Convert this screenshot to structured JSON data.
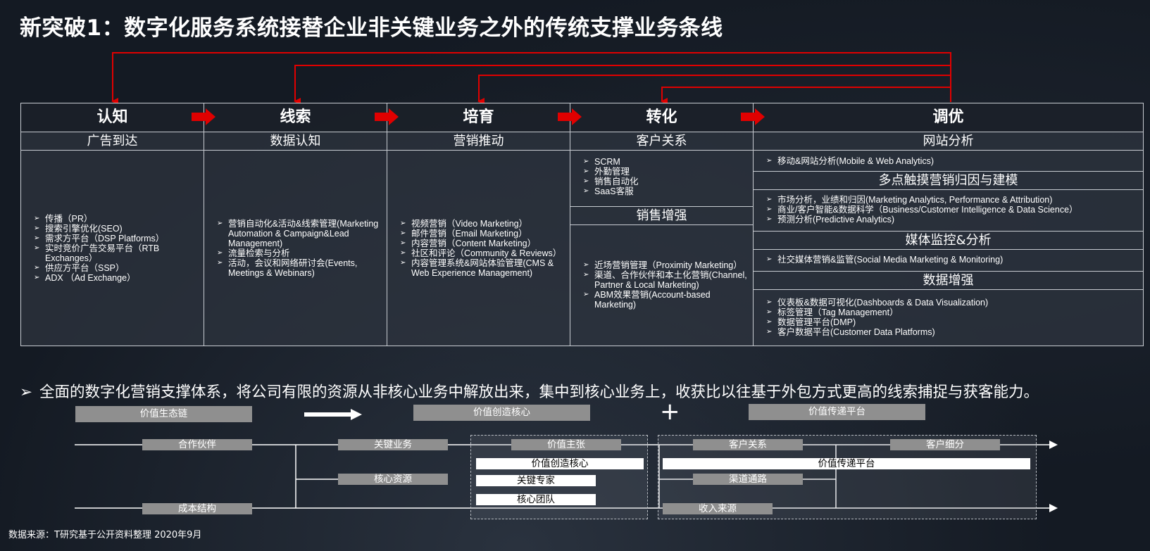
{
  "title": "新突破1：数字化服务系统接替企业非关键业务之外的传统支撑业务条线",
  "colors": {
    "accent_red": "#e00000",
    "grey_box": "#8f8f8f",
    "line": "#ffffff"
  },
  "stages": [
    {
      "name": "认知",
      "sub": "广告到达",
      "items": [
        "传播（PR）",
        "搜索引擎优化(SEO)",
        "需求方平台（DSP Platforms）",
        "实时竞价广告交易平台（RTB Exchanges）",
        "供应方平台（SSP）",
        "ADX （Ad Exchange）"
      ]
    },
    {
      "name": "线索",
      "sub": "数据认知",
      "items": [
        "营销自动化&活动&线索管理(Marketing Automation & Campaign&Lead Management)",
        "流量检索与分析",
        "活动，会议和网络研讨会(Events, Meetings & Webinars)"
      ]
    },
    {
      "name": "培育",
      "sub": "营销推动",
      "items": [
        "视频营销（Video Marketing）",
        "邮件营销（Email Marketing）",
        "内容营销（Content Marketing）",
        "社区和评论（Community & Reviews）",
        "内容管理系统&网站体验管理(CMS & Web Experience Management)"
      ]
    },
    {
      "name": "转化",
      "sub": "客户关系",
      "items": [
        "SCRM",
        "外勤管理",
        "销售自动化",
        "SaaS客服"
      ],
      "section2": {
        "head": "销售增强",
        "items": [
          "近场营销管理（Proximity Marketing）",
          "渠道、合作伙伴和本土化营销(Channel, Partner & Local Marketing)",
          "ABM效果营销(Account-based Marketing)"
        ]
      }
    },
    {
      "name": "调优",
      "sub": "网站分析",
      "items": [
        "移动&网站分析(Mobile & Web Analytics)"
      ],
      "sections": [
        {
          "head": "多点触摸营销归因与建模",
          "items": [
            "市场分析，业绩和归因(Marketing Analytics, Performance & Attribution)",
            "商业/客户智能&数据科学（Business/Customer Intelligence & Data Science）",
            "预测分析(Predictive Analytics)"
          ]
        },
        {
          "head": "媒体监控&分析",
          "items": [
            "社交媒体营销&监管(Social Media Marketing & Monitoring)"
          ]
        },
        {
          "head": "数据增强",
          "items": [
            "仪表板&数据可视化(Dashboards & Data Visualization)",
            "标签管理（Tag Management）",
            "数据管理平台(DMP)",
            "客户数据平台(Customer Data Platforms)"
          ]
        }
      ]
    }
  ],
  "statement": "全面的数字化营销支撑体系，将公司有限的资源从非核心业务中解放出来，集中到核心业务上，收获比以往基于外包方式更高的线索捕捉与获客能力。",
  "diagram": {
    "top": {
      "left": "价值生态链",
      "plus": "+",
      "middle": "价值创造核心",
      "right": "价值传递平台"
    },
    "partner": "合作伙伴",
    "key_business": "关键业务",
    "value_proposition": "价值主张",
    "customer_relation": "客户关系",
    "customer_segment": "客户细分",
    "value_core": "价值创造核心",
    "value_platform": "价值传递平台",
    "key_expert": "关键专家",
    "core_team": "核心团队",
    "core_resource": "核心资源",
    "channel": "渠道通路",
    "cost": "成本结构",
    "revenue": "收入来源"
  },
  "footer": "数据来源：T研究基于公开资料整理  2020年9月"
}
